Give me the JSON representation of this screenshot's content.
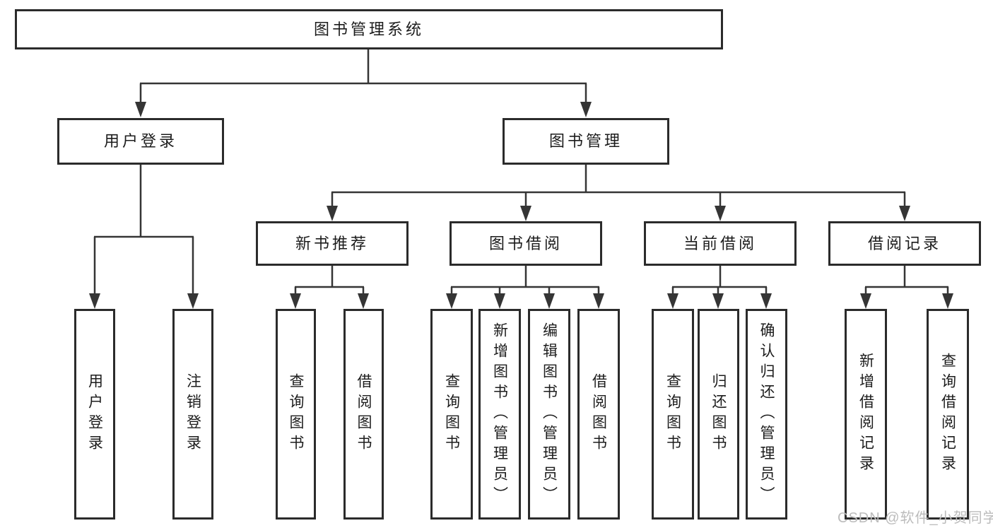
{
  "nodes": {
    "root": "图书管理系统",
    "user_login": "用户登录",
    "book_mgmt": "图书管理",
    "new_book_rec": "新书推荐",
    "book_borrow": "图书借阅",
    "current_borrow": "当前借阅",
    "borrow_records": "借阅记录",
    "leaf_user_login": "用户登录",
    "leaf_logout": "注销登录",
    "nb_query": "查询图书",
    "nb_borrow": "借阅图书",
    "bb_query": "查询图书",
    "bb_add": "新增图书（管理员）",
    "bb_edit": "编辑图书（管理员）",
    "bb_borrow": "借阅图书",
    "cb_query": "查询图书",
    "cb_return": "归还图书",
    "cb_confirm": "确认归还（管理员）",
    "br_add": "新增借阅记录",
    "br_query": "查询借阅记录"
  },
  "watermark": {
    "text": "CSDN @软件_小贺同学"
  },
  "colors": {
    "background": "#ffffff",
    "line": "#353535",
    "box_border": "#2b2b2b",
    "text": "#1c1c1c",
    "watermark": "#bcbcbc"
  }
}
